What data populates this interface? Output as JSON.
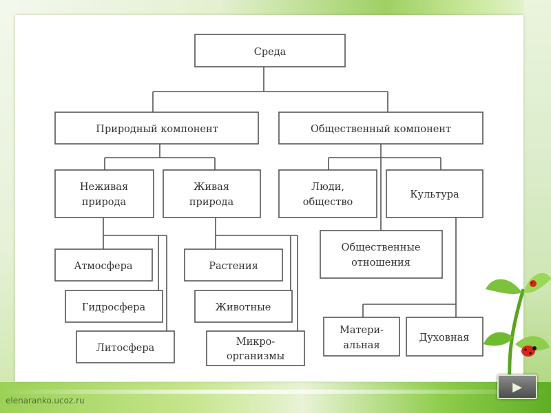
{
  "diagram": {
    "root": "Среда",
    "natural": {
      "label": "Природный компонент",
      "inanimate": "Неживая|природа",
      "living": "Живая|природа",
      "atmosphere": "Атмосфера",
      "hydrosphere": "Гидросфера",
      "lithosphere": "Литосфера",
      "plants": "Растения",
      "animals": "Животные",
      "microorganisms": "Микро-|организмы"
    },
    "social": {
      "label": "Общественный компонент",
      "people": "Люди,|общество",
      "culture": "Культура",
      "relations": "Общественные|отношения",
      "material": "Матери-|альная",
      "spiritual": "Духовная"
    }
  },
  "footer": {
    "site": "elenaranko.ucoz.ru",
    "next_icon": "next-arrow-icon"
  },
  "colors": {
    "accent_green": "#8fcd4c",
    "line": "#555555"
  }
}
